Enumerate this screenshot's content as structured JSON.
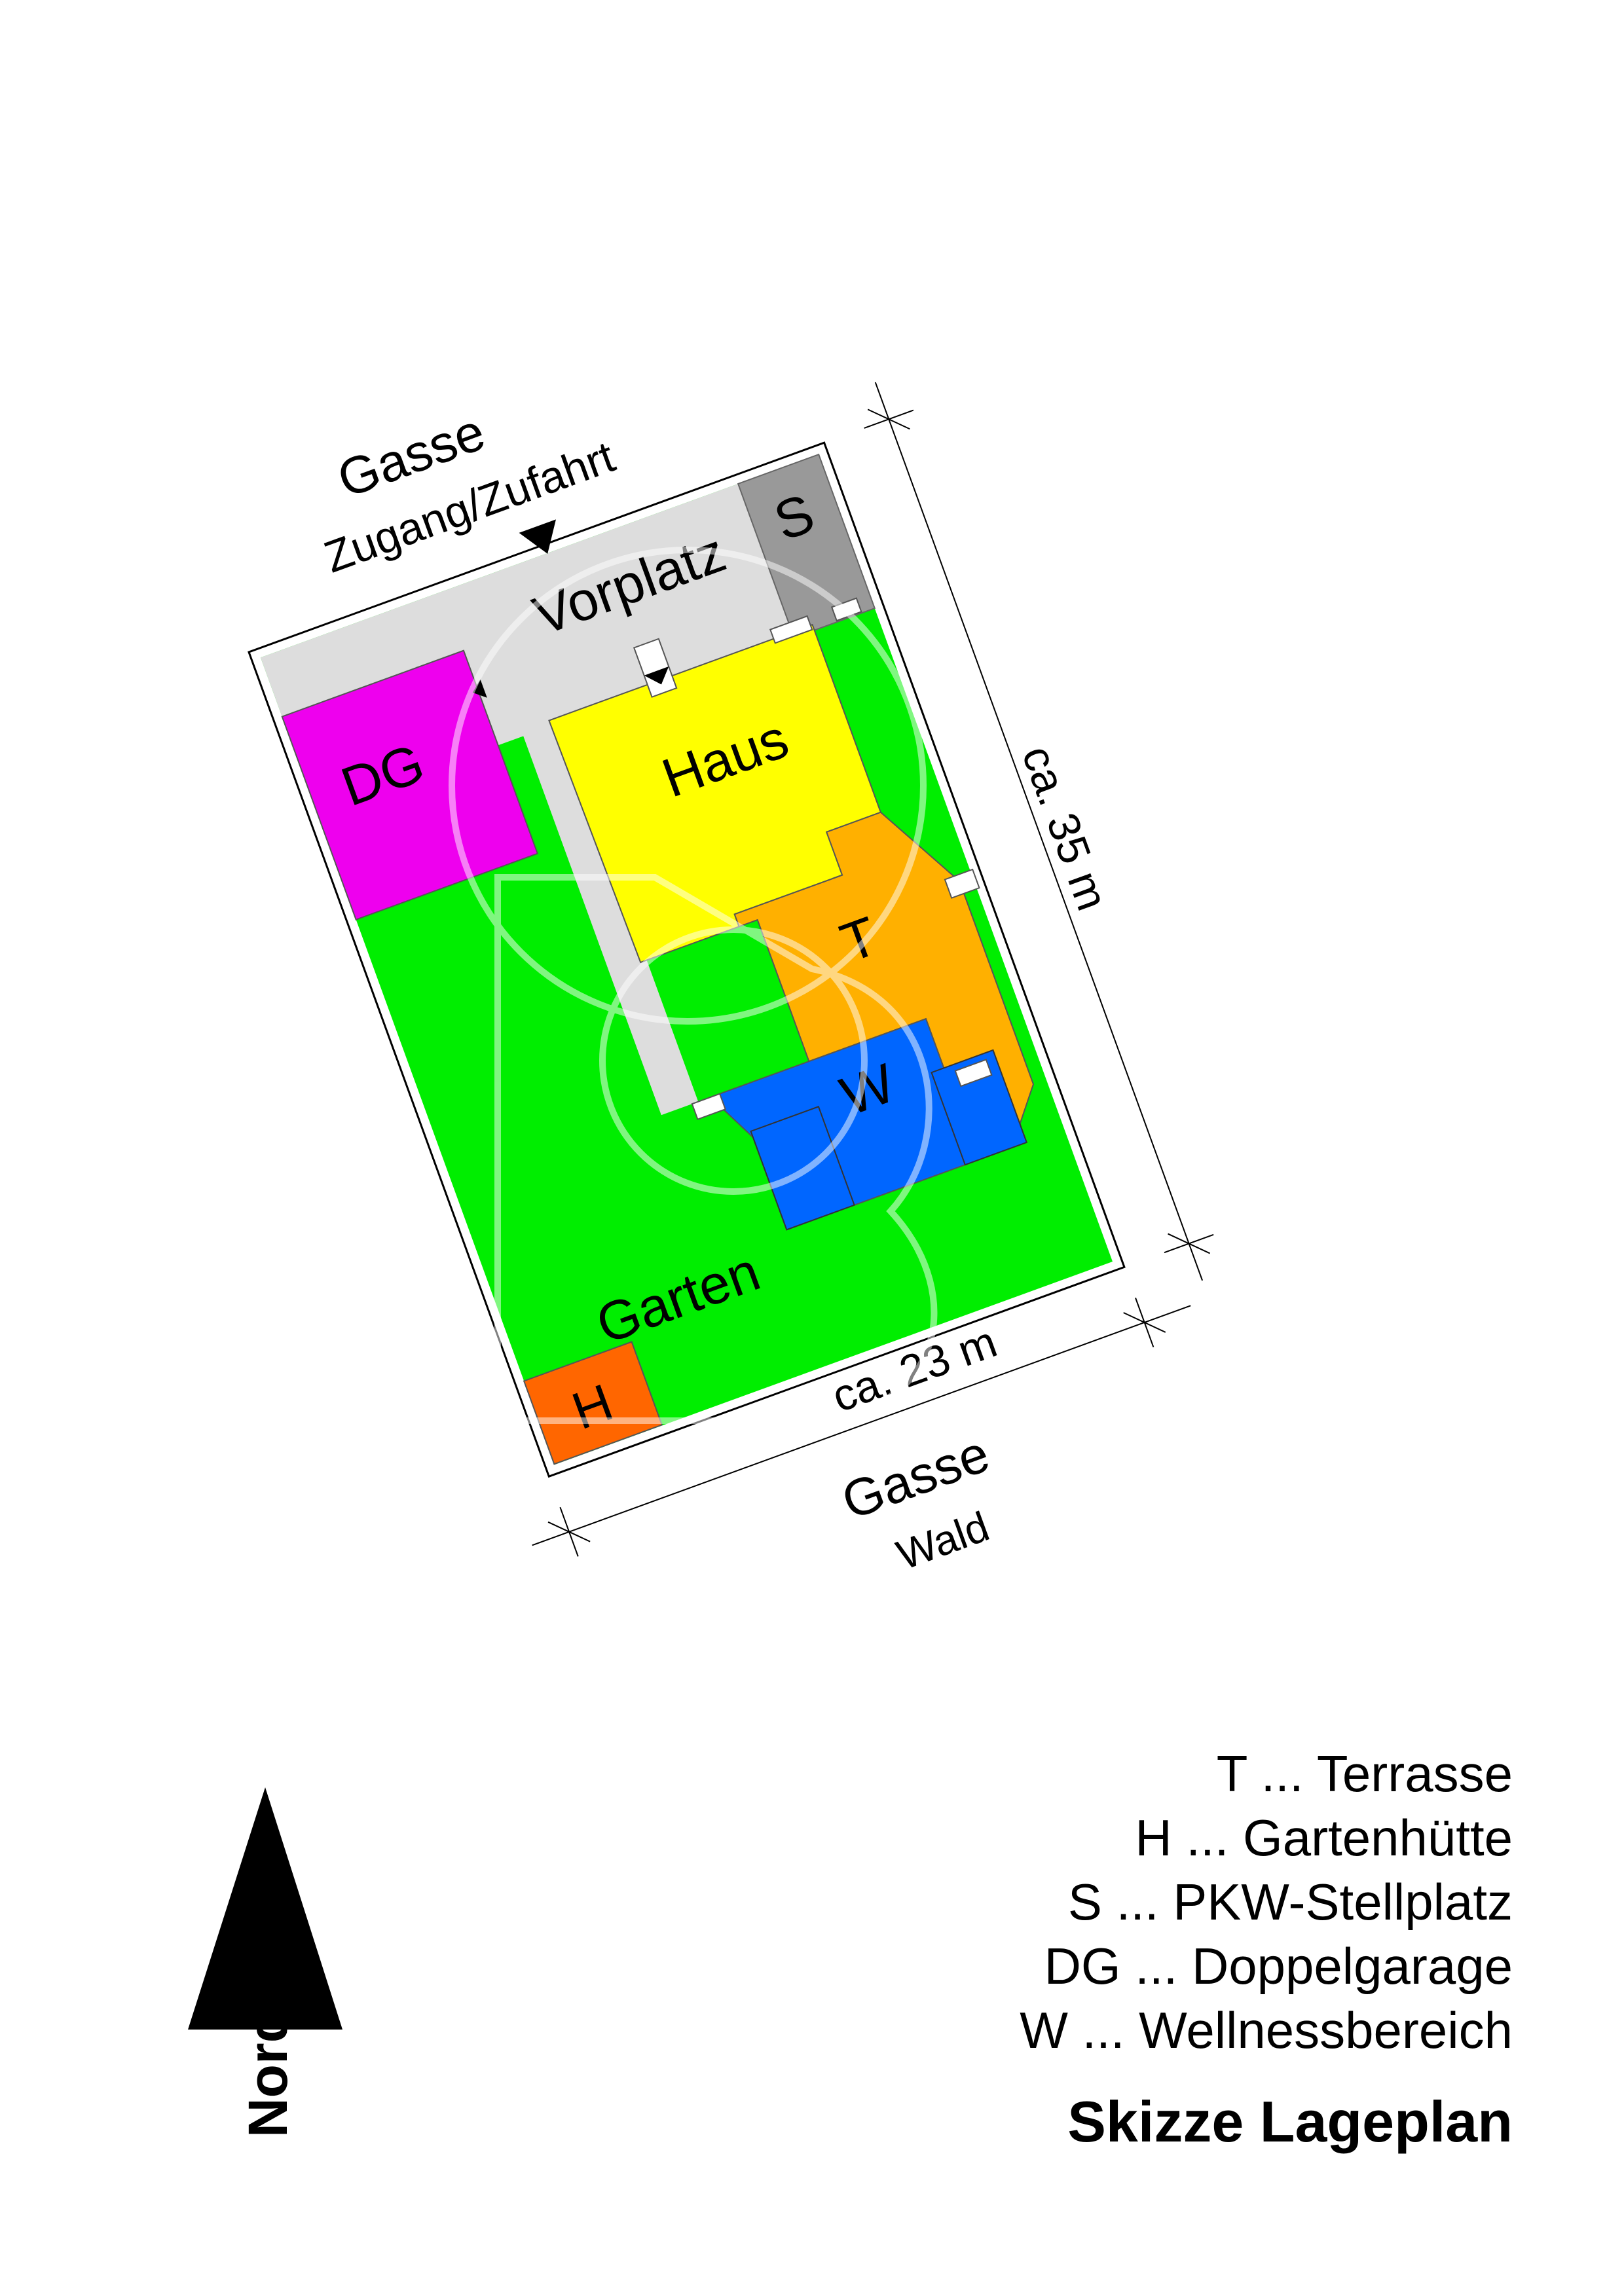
{
  "labels": {
    "street_top": "Gasse",
    "access": "Zugang/Zufahrt",
    "forecourt": "Vorplatz",
    "parking": "S",
    "garage": "DG",
    "house": "Haus",
    "terrace": "T",
    "wellness": "W",
    "garden": "Garten",
    "shed": "H",
    "dim_length": "ca. 35 m",
    "dim_width": "ca. 23 m",
    "street_bottom": "Gasse",
    "forest": "Wald"
  },
  "compass": {
    "label": "Norden"
  },
  "legend": [
    "T ... Terrasse",
    "H ... Gartenhütte",
    "S ... PKW-Stellplatz",
    "DG ... Doppelgarage",
    "W ... Wellnessbereich"
  ],
  "title": "Skizze Lageplan",
  "colors": {
    "garden": "#00ee00",
    "house": "#ffff00",
    "terrace": "#ffb000",
    "wellness": "#0066ff",
    "garage": "#ee00ee",
    "shed": "#ff6600",
    "parking": "#999999",
    "paving": "#dddddd"
  }
}
